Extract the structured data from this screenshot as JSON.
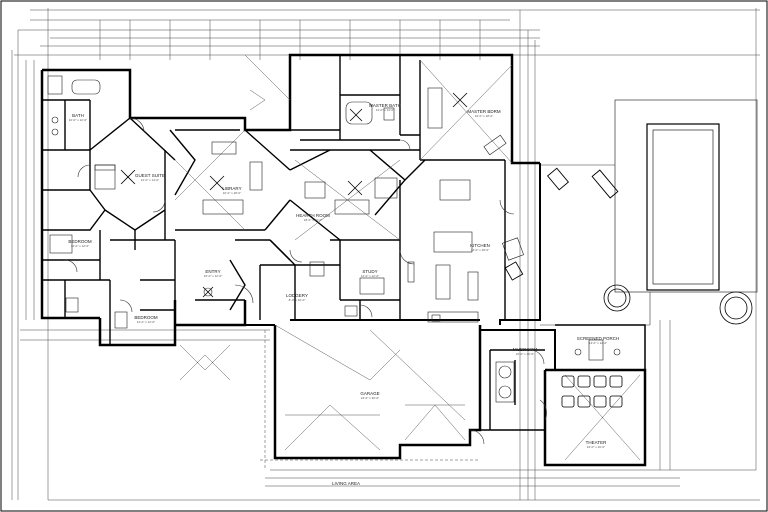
{
  "rooms": {
    "master_bath": {
      "name": "MASTER BATH",
      "size": "12'-0\" x 14'-0\""
    },
    "master_bedroom": {
      "name": "MASTER BDRM",
      "size": "16'-0\" x 18'-0\""
    },
    "bath": {
      "name": "BATH",
      "size": "10'-0\" x 12'-0\""
    },
    "guest_suite": {
      "name": "GUEST SUITE",
      "size": "14'-0\" x 14'-0\""
    },
    "library": {
      "name": "LIBRARY",
      "size": "16'-0\" x 18'-0\""
    },
    "hearth_room": {
      "name": "HEARTH ROOM",
      "size": "18'-0\" x 16'-0\""
    },
    "bedroom_left": {
      "name": "BEDROOM",
      "size": "12'-0\" x 12'-0\""
    },
    "entry": {
      "name": "ENTRY",
      "size": "10'-0\" x 12'-0\""
    },
    "study": {
      "name": "STUDY",
      "size": "12'-0\" x 12'-0\""
    },
    "kitchen": {
      "name": "KITCHEN",
      "size": "14'-0\" x 18'-0\""
    },
    "lodgery": {
      "name": "LODGERY",
      "size": "8'-0\" x 10'-0\""
    },
    "bedroom_front": {
      "name": "BEDROOM",
      "size": "12'-0\" x 12'-0\""
    },
    "mudroom": {
      "name": "MUDROOM",
      "size": "10'-0\" x 10'-0\""
    },
    "screened_porch": {
      "name": "SCREENED PORCH",
      "size": "14'-0\" x 12'-0\""
    },
    "garage": {
      "name": "GARAGE",
      "size": "24'-0\" x 30'-0\""
    },
    "theater": {
      "name": "THEATER",
      "size": "16'-0\" x 16'-0\""
    },
    "living_area": {
      "name": "LIVING AREA"
    }
  },
  "icons": {
    "ceiling_fan": "ceiling-fan-icon",
    "hot_tub": "hot-tub-icon",
    "lounge_chair": "lounge-chair-icon",
    "theater_seat": "theater-seat-icon"
  }
}
